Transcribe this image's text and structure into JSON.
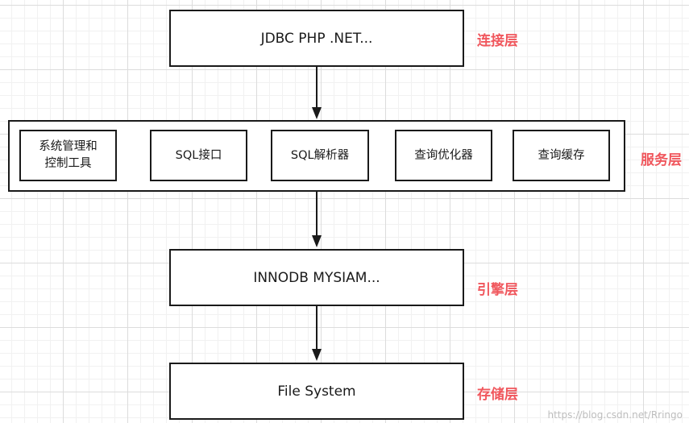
{
  "diagram": {
    "connection": {
      "box_text": "JDBC PHP .NET...",
      "label": "连接层"
    },
    "service": {
      "label": "服务层",
      "items": [
        {
          "text": "系统管理和\n控制工具"
        },
        {
          "text": "SQL接口"
        },
        {
          "text": "SQL解析器"
        },
        {
          "text": "查询优化器"
        },
        {
          "text": "查询缓存"
        }
      ]
    },
    "engine": {
      "box_text": "INNODB MYSIAM...",
      "label": "引擎层"
    },
    "storage": {
      "box_text": "File System",
      "label": "存储层"
    },
    "colors": {
      "label": "#f0575d",
      "stroke": "#1a1a1a"
    }
  },
  "watermark": "https://blog.csdn.net/Rringo"
}
